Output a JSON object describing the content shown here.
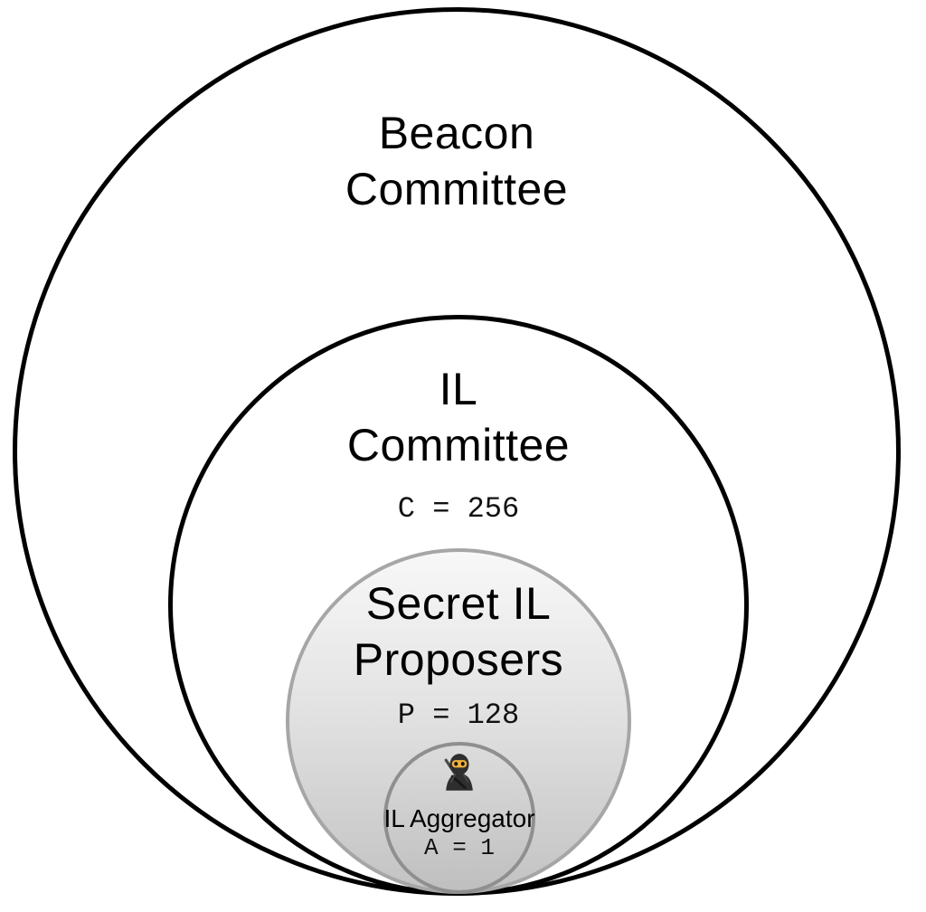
{
  "diagram": {
    "beacon_committee": {
      "line1": "Beacon",
      "line2": "Committee"
    },
    "il_committee": {
      "line1": "IL",
      "line2": "Committee",
      "size_label": "C = 256"
    },
    "secret_il_proposers": {
      "line1": "Secret IL",
      "line2": "Proposers",
      "size_label": "P = 128"
    },
    "il_aggregator": {
      "icon": "ninja-icon",
      "label": "IL Aggregator",
      "size_label": "A = 1"
    }
  },
  "colors": {
    "background": "#ffffff",
    "outer_circle_stroke": "#000000",
    "secret_circle_border": "#a6a6a6",
    "secret_gradient_top": "#f8f8f8",
    "secret_gradient_bottom": "#c3c3c3",
    "aggregator_circle_border": "#8f8f8f",
    "aggregator_gradient_top": "#dcdcdc",
    "aggregator_gradient_bottom": "#bfbfbf",
    "text": "#000000"
  }
}
